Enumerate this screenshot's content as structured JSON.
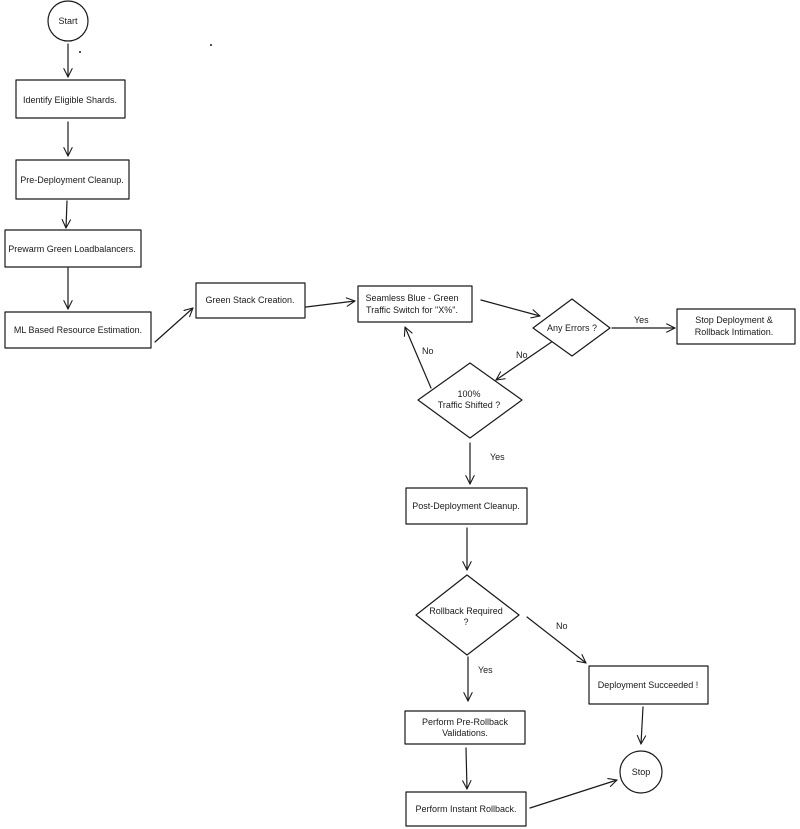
{
  "diagram": {
    "nodes": {
      "start": "Start",
      "identify_shards": "Identify Eligible Shards.",
      "pre_cleanup": "Pre-Deployment Cleanup.",
      "prewarm": "Prewarm Green Loadbalancers.",
      "ml_estimation": "ML Based Resource Estimation.",
      "green_stack": "Green Stack Creation.",
      "traffic_switch_1": "Seamless Blue - Green",
      "traffic_switch_2": "Traffic Switch for \"X%\".",
      "any_errors": "Any Errors ?",
      "stop_deploy_1": "Stop Deployment &",
      "stop_deploy_2": "Rollback Intimation.",
      "traffic_shifted_1": "100%",
      "traffic_shifted_2": "Traffic Shifted ?",
      "post_cleanup": "Post-Deployment Cleanup.",
      "rollback_required_1": "Rollback Required",
      "rollback_required_2": "?",
      "deploy_succeeded": "Deployment Succeeded !",
      "pre_rollback_1": "Perform Pre-Rollback",
      "pre_rollback_2": "Validations.",
      "instant_rollback": "Perform Instant Rollback.",
      "stop": "Stop"
    },
    "edge_labels": {
      "errors_yes": "Yes",
      "errors_no": "No",
      "shifted_no": "No",
      "shifted_yes": "Yes",
      "rollback_no": "No",
      "rollback_yes": "Yes"
    }
  }
}
